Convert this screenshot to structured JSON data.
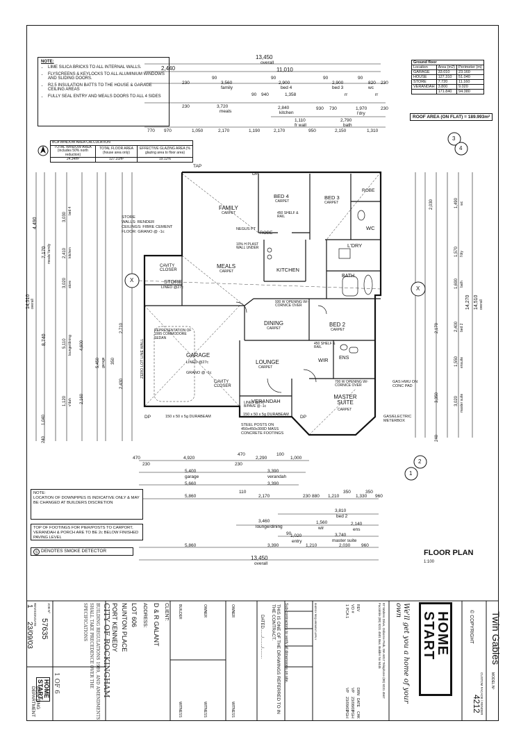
{
  "notes": {
    "heading": "NOTE:",
    "items": [
      "LIME SILICA BRICKS TO ALL INTERNAL WALLS.",
      "FLYSCREENS & KEYLOCKS TO ALL ALUMINIUM WINDOWS AND SLIDING DOORS.",
      "R2.5 INSULATION BATTS TO THE HOUSE & GARAGE CEILING AREAS",
      "FULLY SEAL ENTRY AND MEALS DOORS TO ALL 4 SIDES"
    ]
  },
  "area_table": {
    "title": "Ground floor",
    "headers": [
      "Location",
      "Area (m2)",
      "Perimeter (m)"
    ],
    "rows": [
      [
        "GARAGE",
        "33.010",
        "23.160"
      ],
      [
        "HOUSE",
        "127.310",
        "51.040"
      ],
      [
        "STORE",
        "7.720",
        "11.160"
      ],
      [
        "VERANDAH",
        "3.800",
        "9.020"
      ],
      [
        "",
        "171.840",
        "94.380"
      ]
    ]
  },
  "roof_area": "ROOF AREA (ON FLAT) = 189.993m²",
  "bca": {
    "title": "BCA WINDOW AREA CALCULATION",
    "headers": [
      "TOTAL WINDOW AREA (includes 50% north reduction)",
      "TOTAL FLOOR AREA (house area only)",
      "EFFECTIVE GLAZING AREA (% glazing area to floor area)"
    ],
    "values": [
      "24.34m²",
      "127.31m²",
      "19.12%"
    ],
    "north": "N"
  },
  "dims_top": {
    "overall_1": "13,450",
    "overall_label": "overall",
    "d_2440": "2,440",
    "d_11010": "11,010",
    "row1": [
      "230",
      "90",
      "3,560",
      "family",
      "90",
      "2,900",
      "bed 4",
      "90",
      "2,900",
      "bed 3",
      "90",
      "820",
      "wc",
      "230"
    ],
    "row2": [
      "90",
      "940",
      "1,358",
      "rr",
      "rr"
    ],
    "row3": [
      "230",
      "3,720",
      "meals",
      "2,840",
      "kitchen",
      "930",
      "730",
      "1,970",
      "l'dry",
      "230"
    ],
    "row4": [
      "1,110",
      "fr wall",
      "2,790",
      "bath"
    ],
    "row5": [
      "770",
      "970",
      "1,050",
      "2,170",
      "1,190",
      "2,170",
      "950",
      "2,150",
      "1,310"
    ]
  },
  "dims_left": [
    "4,490",
    "7,170",
    "meals/ family",
    "3,030",
    "bed 4",
    "2,410",
    "kitchen",
    "3,020",
    "store",
    "14,510",
    "overall",
    "8,740",
    "5,110",
    "lounge/dining",
    "4,600",
    "2,710",
    "5,450",
    "garage",
    "350",
    "2,430",
    "2,160",
    "1,120",
    "v'dah",
    "1,040",
    "240"
  ],
  "dims_right": [
    "2,030",
    "1,490",
    "wc",
    "1,570",
    "l'dry",
    "1,690",
    "bath",
    "14,270",
    "14,510",
    "overall",
    "2,170",
    "2,400",
    "bed 2",
    "1,550",
    "ensuite",
    "3,350",
    "3,020",
    "master suite",
    "240"
  ],
  "rooms": {
    "family": "FAMILY",
    "family_floor": "CARPET",
    "bed4": "BED 4",
    "bed4_floor": "CARPET",
    "bed3": "BED 3",
    "bed3_floor": "CARPET",
    "meals": "MEALS",
    "meals_floor": "CARPET",
    "kitchen": "KITCHEN",
    "ldry": "L'DRY",
    "bath": "BATH",
    "wc": "WC",
    "dining": "DINING",
    "dining_floor": "CARPET",
    "bed2": "BED 2",
    "bed2_floor": "CARPET",
    "lounge": "LOUNGE",
    "lounge_floor": "CARPET",
    "wir": "WIR",
    "ens": "ENS",
    "master": "MASTER SUITE",
    "master_floor": "CARPET",
    "garage": "GARAGE",
    "garage_floor": "LINED @27c",
    "store": "STORE",
    "store_floor": "LINED @27c",
    "cavity_closer": "CAVITY CLOSER",
    "verandah": "VERANDAH"
  },
  "labels": {
    "tap": "TAP",
    "dp": "DP",
    "robe": "ROBE",
    "store_note": "STORE\nWALLS: RENDER\nCEILINGS: FIBRE CEMENT\nFLOOR: GRANO @ -1c",
    "car": "REPRESENTATION OF 1995 COMMODORE SEDAN",
    "grano": "GRANO @ -1c",
    "zero_lot": "ZERO LOT LINE WALL",
    "beam1": "150 x 50 x 5g DURABEAM",
    "beam2": "150 x 50 x 5g DURABEAM",
    "steel": "STEEL POSTS ON 450x450x300D MASS CONCRETE FOOTINGS",
    "verandah_floor": "LINED @27c B/PAVE @ -1c",
    "hwu": "GAS HWU ON CONC PAD",
    "meterbox": "GAS/ELECTRIC METERBOX",
    "opening1": "930 W OPENING W/-CORNICE OVER",
    "opening2": "700 W OPENING W/-CORNICE OVER",
    "negus": "NEGUS PT",
    "plast": "10% H PLAST WALL UNDER",
    "shelf": "450 SHELF & RAIL",
    "x": "X"
  },
  "dims_bottom": {
    "row1": [
      "470",
      "4,920",
      "470",
      "2,290",
      "100",
      "1,000",
      "230",
      "230"
    ],
    "row2": [
      "5,400",
      "garage",
      "3,390",
      "verandah"
    ],
    "row3": [
      "5,660",
      "3,390"
    ],
    "row4": [
      "5,860",
      "110",
      "2,170",
      "230",
      "880",
      "1,210",
      "350",
      "1,330",
      "350",
      "960"
    ],
    "row5": [
      "3,810",
      "bed 2"
    ],
    "row6": [
      "3,460",
      "lounge/dining",
      "1,560",
      "wir",
      "2,140",
      "ens"
    ],
    "row7": [
      "90",
      "1,020",
      "entry",
      "3,740",
      "master suite"
    ],
    "row8": [
      "5,860",
      "3,390",
      "1,210",
      "2,030",
      "960"
    ],
    "overall": "13,450",
    "overall_label": "overall"
  },
  "note_downpipes": "NOTE:\nLOCATION OF DOWNPIPES IS INDICATIVE ONLY & MAY BE CHANGED AT BUILDERS DISCRETION",
  "note_footings": "TOP OF FOOTINGS FOR PIER/POSTS TO CARPORT, VERANDAH & PORCH ARE TO BE 2c BELOW FINISHED PAVING LEVEL",
  "smoke": "DENOTES SMOKE DETECTOR",
  "floor_plan": "FLOOR PLAN",
  "scale": "1:100",
  "section_marks": [
    "3",
    "4",
    "1",
    "2"
  ],
  "title_block": {
    "model_name": "Twin Gables",
    "copyright": "© COPYRIGHT",
    "model_no_label": "MODEL Nº",
    "model_no": "4212",
    "model_sub": "CUSTOM FACADE / RENDER",
    "brand_line1": "HOME",
    "brand_line2": "START",
    "slogan": "We'll get you a home of your own",
    "address_lines": "87 Walters Drive, Osborne Park, WA 6017 Telephone (08) 9231 4567 Facsimile (08) 9231 4501 Bus. Builder No 9445",
    "rev_headers": [
      "REV",
      "DRN",
      "DATE",
      "CHK"
    ],
    "rev_rows": [
      [
        "VO #",
        "VP",
        "23/08/03",
        "PGH"
      ],
      [
        "1 PCA 1",
        "VP",
        "23/09/03",
        "PGH"
      ]
    ],
    "energy": "ENERGY REQUIREMENT APPLY",
    "contract": "THIS IS ONE OF THE DRAWINGS REFERRED TO IN THE CONTRACT.",
    "dated": "DATED......./......../.........",
    "subcontractors": "Sub-contractors to verify all dimensions on site.",
    "owner": "OWNER",
    "witness": "WITNESS",
    "builder": "BUILDER",
    "client_label": "CLIENT:",
    "client": "D & R GALANT",
    "address_label": "ADDRESS:",
    "lot": "LOT 606",
    "street": "NUNTON PLACE",
    "suburb": "PORT KENNEDY",
    "stamp_city": "CITY OF ROCKINGHAM",
    "stamp_text": "BUILDING REGULATIONS 1989, AND AMENDMENTS SHALL TAKE PRECEDENCE OVER THE SPECIFICATIONS",
    "job_label": "JOB Nº",
    "job_no": "57635",
    "rev_label": "REVISION",
    "date_label": "DATE",
    "rev_no": "1",
    "rev_date": "23/09/03",
    "drafting": "DRAFTING DEPARTMENT",
    "sheet": "1 OF 6"
  }
}
